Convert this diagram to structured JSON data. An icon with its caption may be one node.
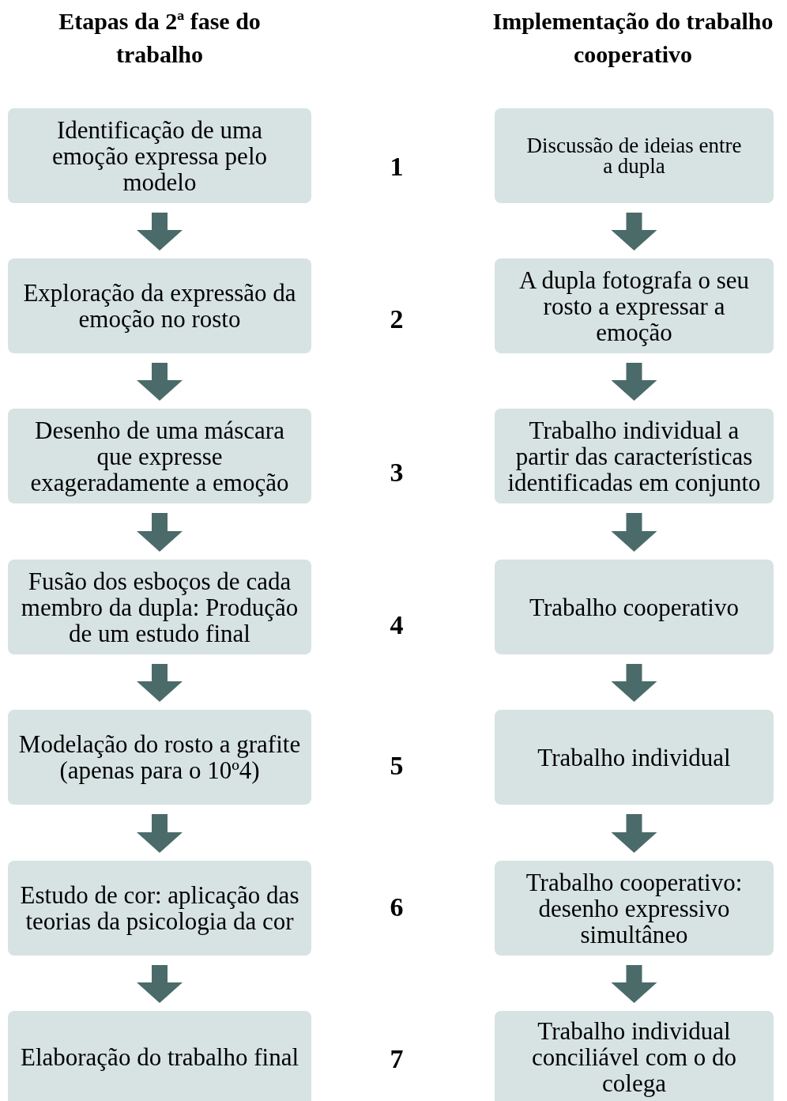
{
  "diagram": {
    "nodes": [
      {
        "text": [
          "Identificação de uma emoção expressa pelo modelo"
        ]
      },
      {
        "text": [
          "Exploração da expressão da emoção no rosto"
        ]
      },
      {
        "text": [
          "Desenho de uma máscara que expresse exageradamente a emoção"
        ]
      },
      {
        "text": [
          "Fusão dos esboços de cada membro da dupla: Produção de um estudo final"
        ]
      },
      {
        "text": [
          "Modelação do rosto a grafite (apenas para o 10º4)"
        ]
      },
      {
        "text": [
          "Estudo de cor: aplicação das teorias da psicologia da cor"
        ]
      },
      {
        "text": [
          "Elaboração do trabalho final"
        ]
      },
      {
        "text": [
          "Discussão de ideias entre a dupla"
        ]
      },
      {
        "text": [
          "A dupla fotografa o seu rosto a expressar a emoção"
        ]
      },
      {
        "text": [
          "Trabalho individual a partir das características identificadas em conjunto"
        ]
      },
      {
        "text": [
          "Trabalho cooperativo"
        ]
      },
      {
        "text": [
          "Trabalho individual"
        ]
      },
      {
        "text": [
          "Trabalho cooperativo: desenho expressivo simultâneo"
        ]
      },
      {
        "text": [
          "Trabalho individual conciliável com o do colega"
        ]
      }
    ],
    "edges": [
      {
        "from": 0,
        "to": 1,
        "arrow": "to"
      },
      {
        "from": 1,
        "to": 2,
        "arrow": "to"
      },
      {
        "from": 2,
        "to": 3,
        "arrow": "to"
      },
      {
        "from": 3,
        "to": 4,
        "arrow": "to"
      },
      {
        "from": 4,
        "to": 5,
        "arrow": "to"
      },
      {
        "from": 5,
        "to": 6,
        "arrow": "to"
      },
      {
        "from": 7,
        "to": 8,
        "arrow": "to"
      },
      {
        "from": 8,
        "to": 9,
        "arrow": "to"
      },
      {
        "from": 9,
        "to": 10,
        "arrow": "to"
      },
      {
        "from": 10,
        "to": 11,
        "arrow": "to"
      },
      {
        "from": 11,
        "to": 12,
        "arrow": "to"
      },
      {
        "from": 12,
        "to": 13,
        "arrow": "to"
      }
    ],
    "labels": [
      "Etapas da 2ª fase do trabalho",
      "Implementação do trabalho cooperativo",
      "1",
      "2",
      "3",
      "4",
      "5",
      "6",
      "7"
    ]
  }
}
